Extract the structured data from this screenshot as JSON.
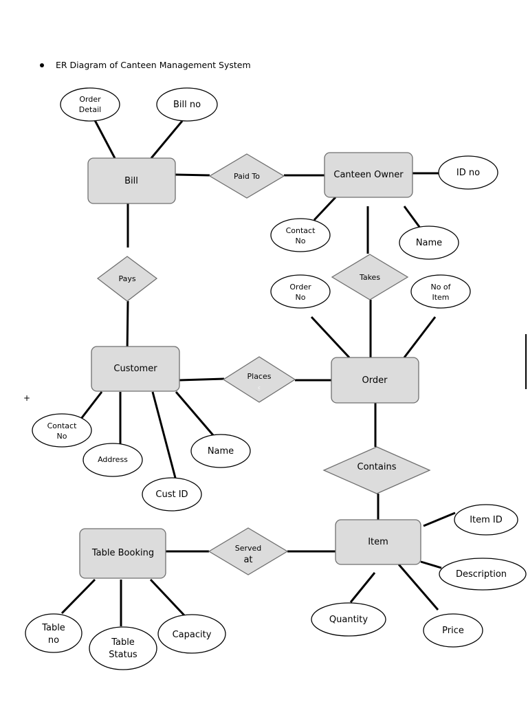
{
  "heading": {
    "bullet": "•",
    "text": "ER Diagram of Canteen Management System"
  },
  "margin_marks": {
    "plus": "+"
  },
  "colors": {
    "fill": "#dcdcdc",
    "stroke": "#6f6f6f",
    "line": "#000000"
  },
  "entities": {
    "bill": {
      "label": "Bill"
    },
    "canteen_owner": {
      "label": "Canteen Owner"
    },
    "customer": {
      "label": "Customer"
    },
    "order": {
      "label": "Order"
    },
    "item": {
      "label": "Item"
    },
    "table_booking": {
      "label": "Table Booking"
    }
  },
  "relationships": {
    "paid_to": {
      "label": "Paid To"
    },
    "pays": {
      "label": "Pays"
    },
    "takes": {
      "label": "Takes"
    },
    "places": {
      "label": "Places",
      "sub": "c"
    },
    "contains": {
      "label": "Contains"
    },
    "served_at": {
      "line1": "Served",
      "line2": "at"
    }
  },
  "attributes": {
    "order_detail": {
      "line1": "Order",
      "line2": "Detail"
    },
    "bill_no": {
      "label": "Bill no"
    },
    "id_no": {
      "label": "ID no"
    },
    "owner_contact": {
      "line1": "Contact",
      "line2": "No"
    },
    "owner_name": {
      "label": "Name"
    },
    "order_no": {
      "line1": "Order",
      "line2": "No"
    },
    "no_of_item": {
      "line1": "No of",
      "line2": "Item"
    },
    "cust_contact": {
      "line1": "Contact",
      "line2": "No"
    },
    "address": {
      "label": "Address"
    },
    "cust_id": {
      "label": "Cust ID"
    },
    "cust_name": {
      "label": "Name"
    },
    "item_id": {
      "label": "Item ID"
    },
    "description": {
      "label": "Description"
    },
    "quantity": {
      "label": "Quantity"
    },
    "price": {
      "label": "Price"
    },
    "table_no": {
      "line1": "Table",
      "line2": "no"
    },
    "table_status": {
      "line1": "Table",
      "line2": "Status"
    },
    "capacity": {
      "label": "Capacity"
    }
  }
}
